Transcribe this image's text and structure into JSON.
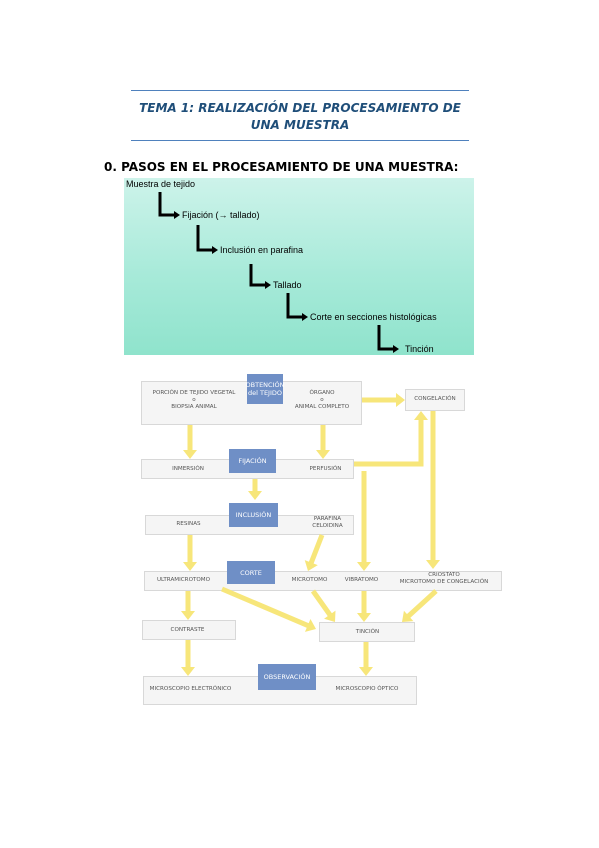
{
  "header": {
    "title_line1": "TEMA 1: REALIZACIÓN DEL PROCESAMIENTO DE",
    "title_line2": "UNA MUESTRA"
  },
  "section_heading": "0. PASOS EN EL PROCESAMIENTO DE UNA MUESTRA:",
  "steps": [
    "Muestra de tejido",
    "Fijación (→ tallado)",
    "Inclusión en parafina",
    "Tallado",
    "Corte en secciones histológicas",
    "Tinción"
  ],
  "flowchart": {
    "tags": {
      "obtencion": "OBTENCIÓN del TEJIDO",
      "fijacion": "FIJACIÓN",
      "inclusion": "INCLUSIÓN",
      "corte": "CORTE",
      "observacion": "OBSERVACIÓN"
    },
    "labels": {
      "porcion_line1": "PORCIÓN DE TEJIDO VEGETAL",
      "porcion_line2": "o",
      "porcion_line3": "BIOPSIA ANIMAL",
      "organo_line1": "ÓRGANO",
      "organo_line2": "o",
      "organo_line3": "ANIMAL COMPLETO",
      "congelacion": "CONGELACIÓN",
      "inmersion": "INMERSIÓN",
      "perfusion": "PERFUSIÓN",
      "resinas": "RESINAS",
      "parafina_line1": "PARAFINA",
      "parafina_line2": "CELOIDINA",
      "ultramicrotomo": "ULTRAMICROTOMO",
      "microtomo": "MICROTOMO",
      "vibratomo": "VIBRATOMO",
      "criostato_line1": "CRIOSTATO",
      "criostato_line2": "MICROTOMO DE CONGELACIÓN",
      "contraste": "CONTRASTE",
      "tincion": "TINCIÓN",
      "microscopio_electronico": "MICROSCOPIO ELECTRÓNICO",
      "microscopio_optico": "MICROSCOPIO ÓPTICO"
    },
    "arrow_color": "#f7e67a"
  }
}
